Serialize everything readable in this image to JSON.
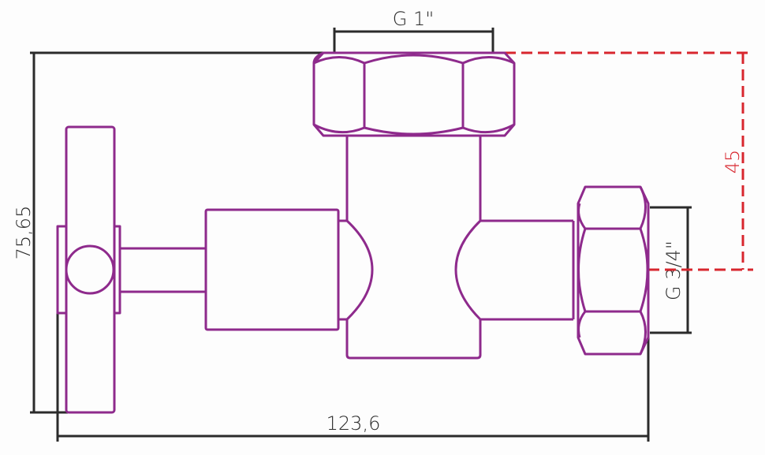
{
  "diagram": {
    "subject": "angle valve with cross handle",
    "colors": {
      "part_outline": "#8e2a8c",
      "dimension_line": "#2b2b2b",
      "reference_dimension": "#d8262e",
      "background": "#fdfdfd"
    },
    "dimensions": {
      "top_thread": "G 1\"",
      "side_thread": "G 3/4\"",
      "overall_height": "75,65",
      "overall_width": "123,6",
      "axis_offset": "45"
    }
  }
}
